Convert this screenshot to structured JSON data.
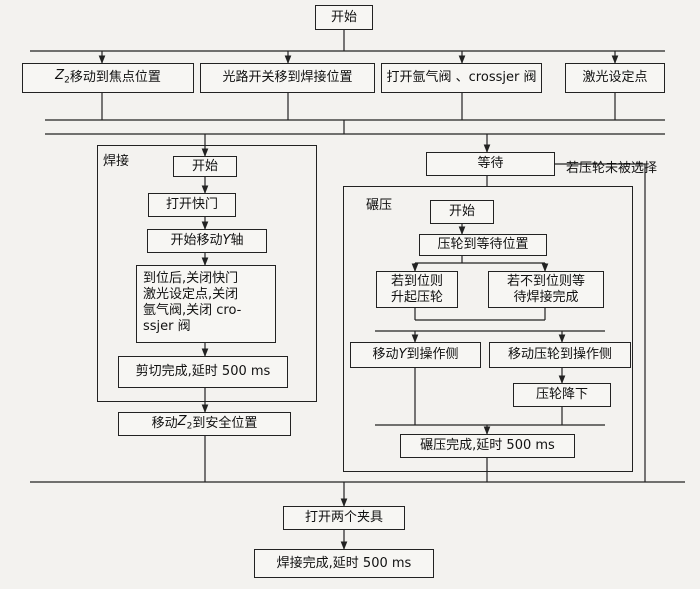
{
  "diagram": {
    "start": "开始",
    "top_steps": [
      {
        "prefix": "Z",
        "sub": "2",
        "suffix": " 移动到焦点位置"
      },
      {
        "text": "光路开关移到焊接位置"
      },
      {
        "text": "打开氩气阀 、crossjer 阀"
      },
      {
        "text": "激光设定点"
      }
    ],
    "welding": {
      "group_label": "焊接",
      "start": "开始",
      "open_shutter": "打开快门",
      "start_move": {
        "prefix": "开始移动 ",
        "var": "Y",
        "suffix": " 轴"
      },
      "close_lines": [
        "到位后,关闭快门",
        "激光设定点,关闭",
        "氩气阀,关闭 cro-",
        "ssjer 阀"
      ],
      "cut_done": "剪切完成,延时 500 ms"
    },
    "move_z2_safe": {
      "prefix": "移动 ",
      "var": "Z",
      "sub": "2",
      "suffix": " 到安全位置"
    },
    "wait": "等待",
    "not_selected_note": "若压轮未被选择",
    "rolling": {
      "group_label": "碾压",
      "start": "开始",
      "wheel_to_wait": "压轮到等待位置",
      "if_in_position": [
        "若到位则",
        "升起压轮"
      ],
      "if_not_in_position": [
        "若不到位则等",
        "待焊接完成"
      ],
      "move_y_operator": {
        "prefix": "移动 ",
        "var": "Y",
        "suffix": " 到操作侧"
      },
      "move_wheel_operator": "移动压轮到操作侧",
      "wheel_down": "压轮降下",
      "roll_done": "碾压完成,延时 500 ms"
    },
    "open_clamps": "打开两个夹具",
    "weld_done": "焊接完成,延时 500 ms"
  }
}
